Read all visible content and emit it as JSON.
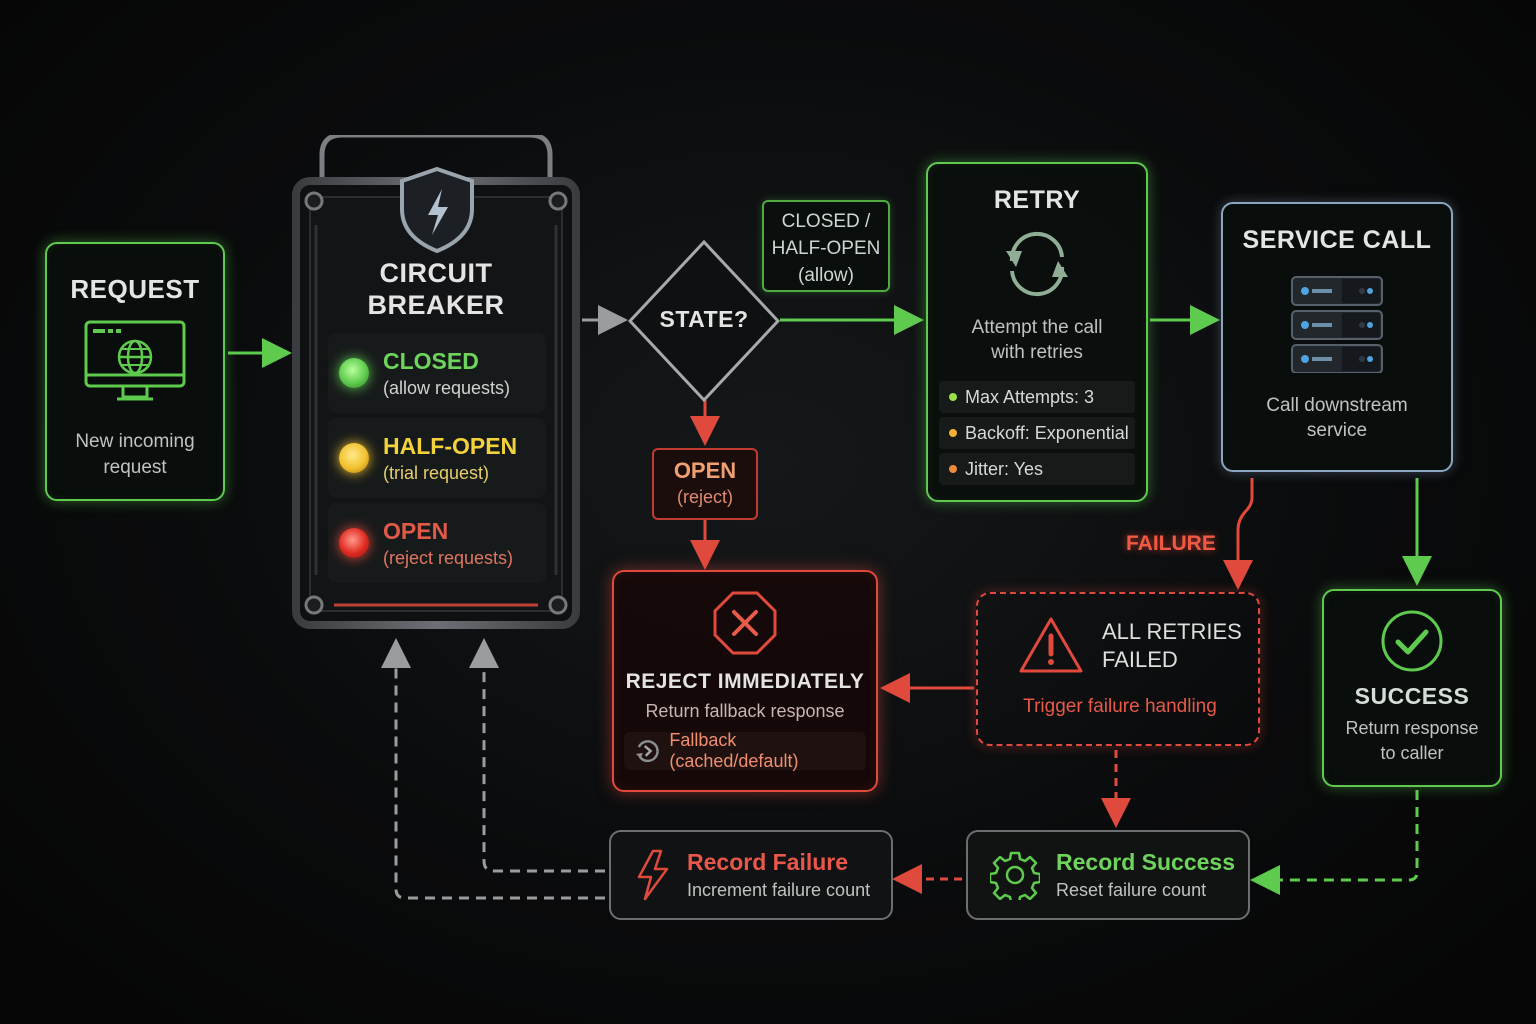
{
  "colors": {
    "green": "#5ecb4e",
    "red": "#e04a3c",
    "yellow": "#f2c22e",
    "blue_grey": "#8aa6c0",
    "grey": "#a9acae"
  },
  "request": {
    "title": "REQUEST",
    "subtitle_line1": "New incoming",
    "subtitle_line2": "request",
    "icon": "monitor-globe-icon"
  },
  "breaker": {
    "title_line1": "CIRCUIT",
    "title_line2": "BREAKER",
    "icon": "shield-lightning-icon",
    "states": [
      {
        "label": "CLOSED",
        "desc": "(allow requests)",
        "color": "#5ecb4e"
      },
      {
        "label": "HALF-OPEN",
        "desc": "(trial request)",
        "color": "#f2c22e"
      },
      {
        "label": "OPEN",
        "desc": "(reject requests)",
        "color": "#e04a3c"
      }
    ]
  },
  "decision": {
    "label": "STATE?"
  },
  "allow_label": {
    "line1": "CLOSED /",
    "line2": "HALF-OPEN",
    "line3": "(allow)"
  },
  "open_label": {
    "line1": "OPEN",
    "line2": "(reject)"
  },
  "retry": {
    "title": "RETRY",
    "icon": "refresh-icon",
    "desc_line1": "Attempt the call",
    "desc_line2": "with retries",
    "settings": [
      {
        "text": "Max Attempts: 3",
        "dot": "#9be04a"
      },
      {
        "text": "Backoff: Exponential",
        "dot": "#f2b035"
      },
      {
        "text": "Jitter: Yes",
        "dot": "#f08a3a"
      }
    ]
  },
  "service": {
    "title": "SERVICE CALL",
    "icon": "server-stack-icon",
    "desc_line1": "Call downstream",
    "desc_line2": "service"
  },
  "failure_label": "FAILURE",
  "reject": {
    "title": "REJECT IMMEDIATELY",
    "subtitle": "Return fallback response",
    "fallback": "Fallback (cached/default)",
    "icon": "x-octagon-icon"
  },
  "all_failed": {
    "title_line1": "ALL RETRIES",
    "title_line2": "FAILED",
    "subtitle": "Trigger failure handling",
    "icon": "warning-triangle-icon"
  },
  "success": {
    "title": "SUCCESS",
    "desc_line1": "Return response",
    "desc_line2": "to caller",
    "icon": "check-circle-icon"
  },
  "record_failure": {
    "title": "Record Failure",
    "subtitle": "Increment failure count",
    "icon": "lightning-icon"
  },
  "record_success": {
    "title": "Record Success",
    "subtitle": "Reset failure count",
    "icon": "gear-icon"
  }
}
